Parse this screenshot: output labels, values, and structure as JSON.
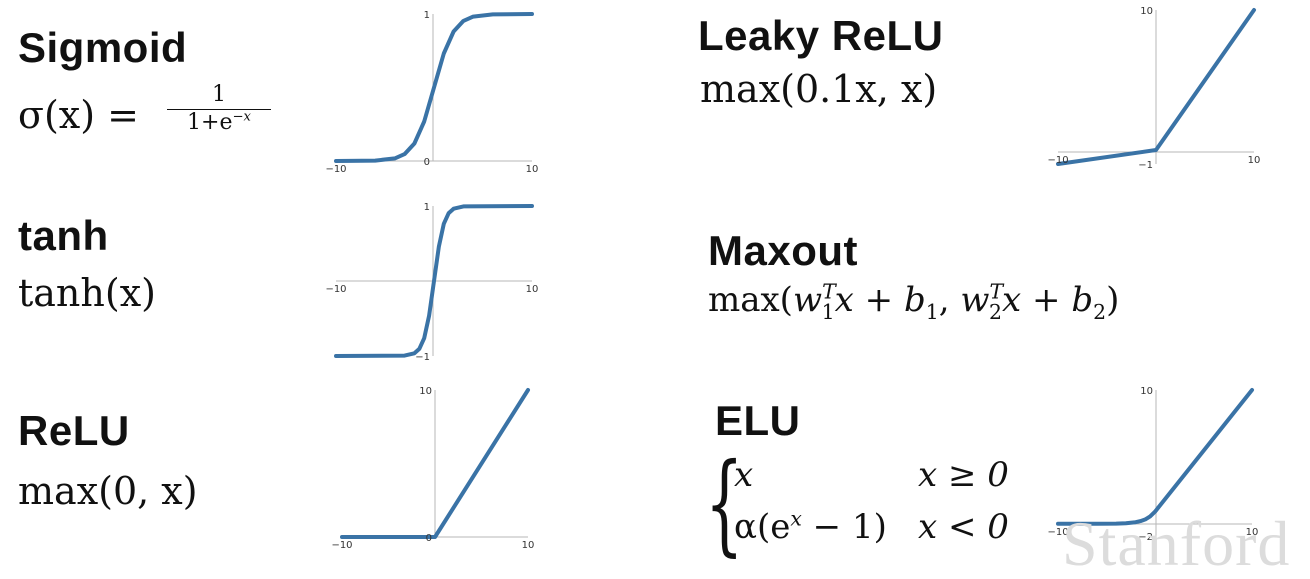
{
  "panels": {
    "sigmoid": {
      "title": "Sigmoid",
      "formula_lhs": "σ(x) =",
      "formula_num": "1",
      "formula_den": "1+e",
      "formula_den_sup": "−x"
    },
    "tanh": {
      "title": "tanh",
      "formula": "tanh(x)"
    },
    "relu": {
      "title": "ReLU",
      "formula": "max(0, x)"
    },
    "leaky_relu": {
      "title": "Leaky ReLU",
      "formula": "max(0.1x, x)"
    },
    "maxout": {
      "title": "Maxout",
      "formula_prefix": "max(",
      "w": "w",
      "sup_T": "T",
      "sub_1": "1",
      "sub_2": "2",
      "x": "x",
      "plus": " + ",
      "b": "b",
      "comma": ", ",
      "close": ")"
    },
    "elu": {
      "title": "ELU",
      "case1_expr": "x",
      "case1_cond": "x ≥ 0",
      "case2_expr": "α(e",
      "case2_sup": "x",
      "case2_tail": " − 1)",
      "case2_cond": "x < 0"
    }
  },
  "watermark": "Stanford",
  "chart_data": [
    {
      "type": "line",
      "name": "sigmoid",
      "x": [
        -10,
        -6,
        -4,
        -3,
        -2,
        -1,
        0,
        1,
        2,
        3,
        4,
        6,
        10
      ],
      "y": [
        0,
        0.0025,
        0.018,
        0.047,
        0.119,
        0.269,
        0.5,
        0.731,
        0.881,
        0.953,
        0.982,
        0.9975,
        1
      ],
      "xlim": [
        -10,
        10
      ],
      "ylim": [
        0,
        1
      ],
      "x_ticks": [
        "−10",
        "10"
      ],
      "y_ticks": [
        "1",
        "0"
      ]
    },
    {
      "type": "line",
      "name": "tanh",
      "x": [
        -10,
        -3,
        -2,
        -1.5,
        -1,
        -0.5,
        0,
        0.5,
        1,
        1.5,
        2,
        3,
        10
      ],
      "y": [
        -1,
        -0.995,
        -0.964,
        -0.905,
        -0.762,
        -0.462,
        0,
        0.462,
        0.762,
        0.905,
        0.964,
        0.995,
        1
      ],
      "xlim": [
        -10,
        10
      ],
      "ylim": [
        -1,
        1
      ],
      "x_ticks": [
        "−10",
        "10"
      ],
      "y_ticks": [
        "1",
        "−1"
      ]
    },
    {
      "type": "line",
      "name": "relu",
      "x": [
        -10,
        0,
        10
      ],
      "y": [
        0,
        0,
        10
      ],
      "xlim": [
        -10,
        10
      ],
      "ylim": [
        0,
        10
      ],
      "x_ticks": [
        "−10",
        "10"
      ],
      "y_ticks": [
        "10",
        "0"
      ]
    },
    {
      "type": "line",
      "name": "leaky_relu",
      "x": [
        -10,
        0,
        10
      ],
      "y": [
        -1,
        0,
        10
      ],
      "xlim": [
        -10,
        10
      ],
      "ylim": [
        -1,
        10
      ],
      "x_ticks": [
        "−10",
        "10"
      ],
      "y_ticks": [
        "10",
        "−1"
      ]
    },
    {
      "type": "line",
      "name": "elu",
      "x": [
        -10,
        -6,
        -4,
        -3,
        -2,
        -1.5,
        -1,
        -0.5,
        0,
        10
      ],
      "y": [
        -1,
        -0.998,
        -0.982,
        -0.95,
        -0.865,
        -0.777,
        -0.632,
        -0.393,
        0,
        10
      ],
      "xlim": [
        -10,
        10
      ],
      "ylim": [
        -2,
        10
      ],
      "x_ticks": [
        "−10",
        "10"
      ],
      "y_ticks": [
        "10",
        "−2"
      ]
    }
  ]
}
